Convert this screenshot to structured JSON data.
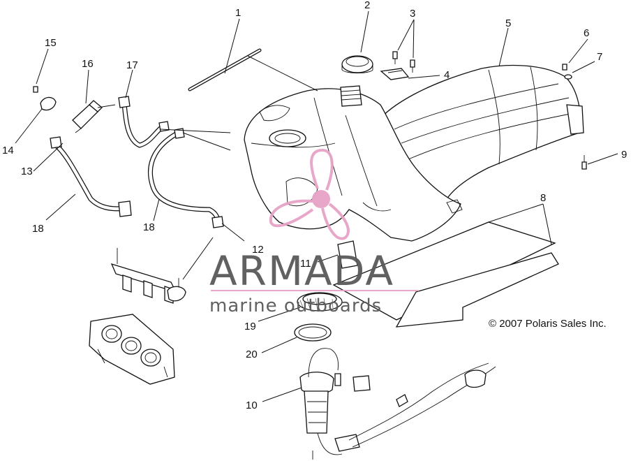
{
  "copyright": "© 2007 Polaris Sales Inc.",
  "watermark": {
    "name": "ARMADA",
    "tagline": "marine outboards",
    "text_color": "#595959",
    "accent_color": "#e7a3c7"
  },
  "callouts": {
    "c1": "1",
    "c2": "2",
    "c3": "3",
    "c4": "4",
    "c5": "5",
    "c6": "6",
    "c7": "7",
    "c8": "8",
    "c9": "9",
    "c10": "10",
    "c11": "11",
    "c12": "12",
    "c13": "13",
    "c14": "14",
    "c15": "15",
    "c16": "16",
    "c17": "17",
    "c18a": "18",
    "c18b": "18",
    "c19": "19",
    "c20": "20"
  }
}
